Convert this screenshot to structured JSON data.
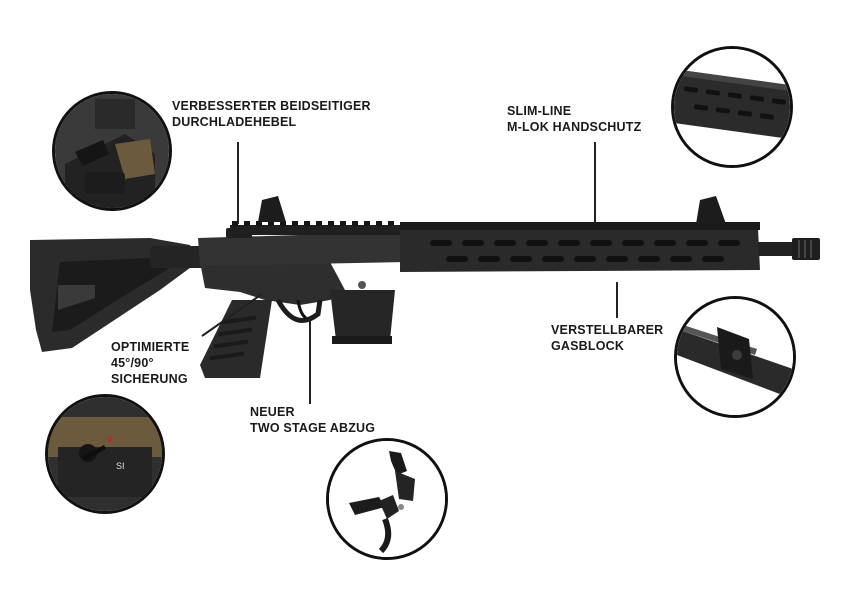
{
  "colors": {
    "rifle_body": "#2b2b2b",
    "rifle_dark": "#161616",
    "rifle_highlight": "#4a4a4a",
    "bronze_detail": "#6b5a3e",
    "label_text": "#1a1a1a",
    "circle_border": "#111111"
  },
  "callouts": {
    "charging_handle": {
      "line1": "VERBESSERTER BEIDSEITIGER",
      "line2": "DURCHLADEHEBEL",
      "icon": "charging-handle-detail"
    },
    "handguard": {
      "line1": "SLIM-LINE",
      "line2": "M-LOK HANDSCHUTZ",
      "icon": "mlok-rail-detail"
    },
    "gas_block": {
      "line1": "VERSTELLBARER",
      "line2": "GASBLOCK",
      "icon": "gas-block-detail"
    },
    "safety": {
      "line1": "OPTIMIERTE",
      "line2": "45°/90°",
      "line3": "SICHERUNG",
      "icon": "safety-selector-detail"
    },
    "trigger": {
      "line1": "NEUER",
      "line2": "TWO STAGE ABZUG",
      "icon": "trigger-group-detail"
    }
  }
}
